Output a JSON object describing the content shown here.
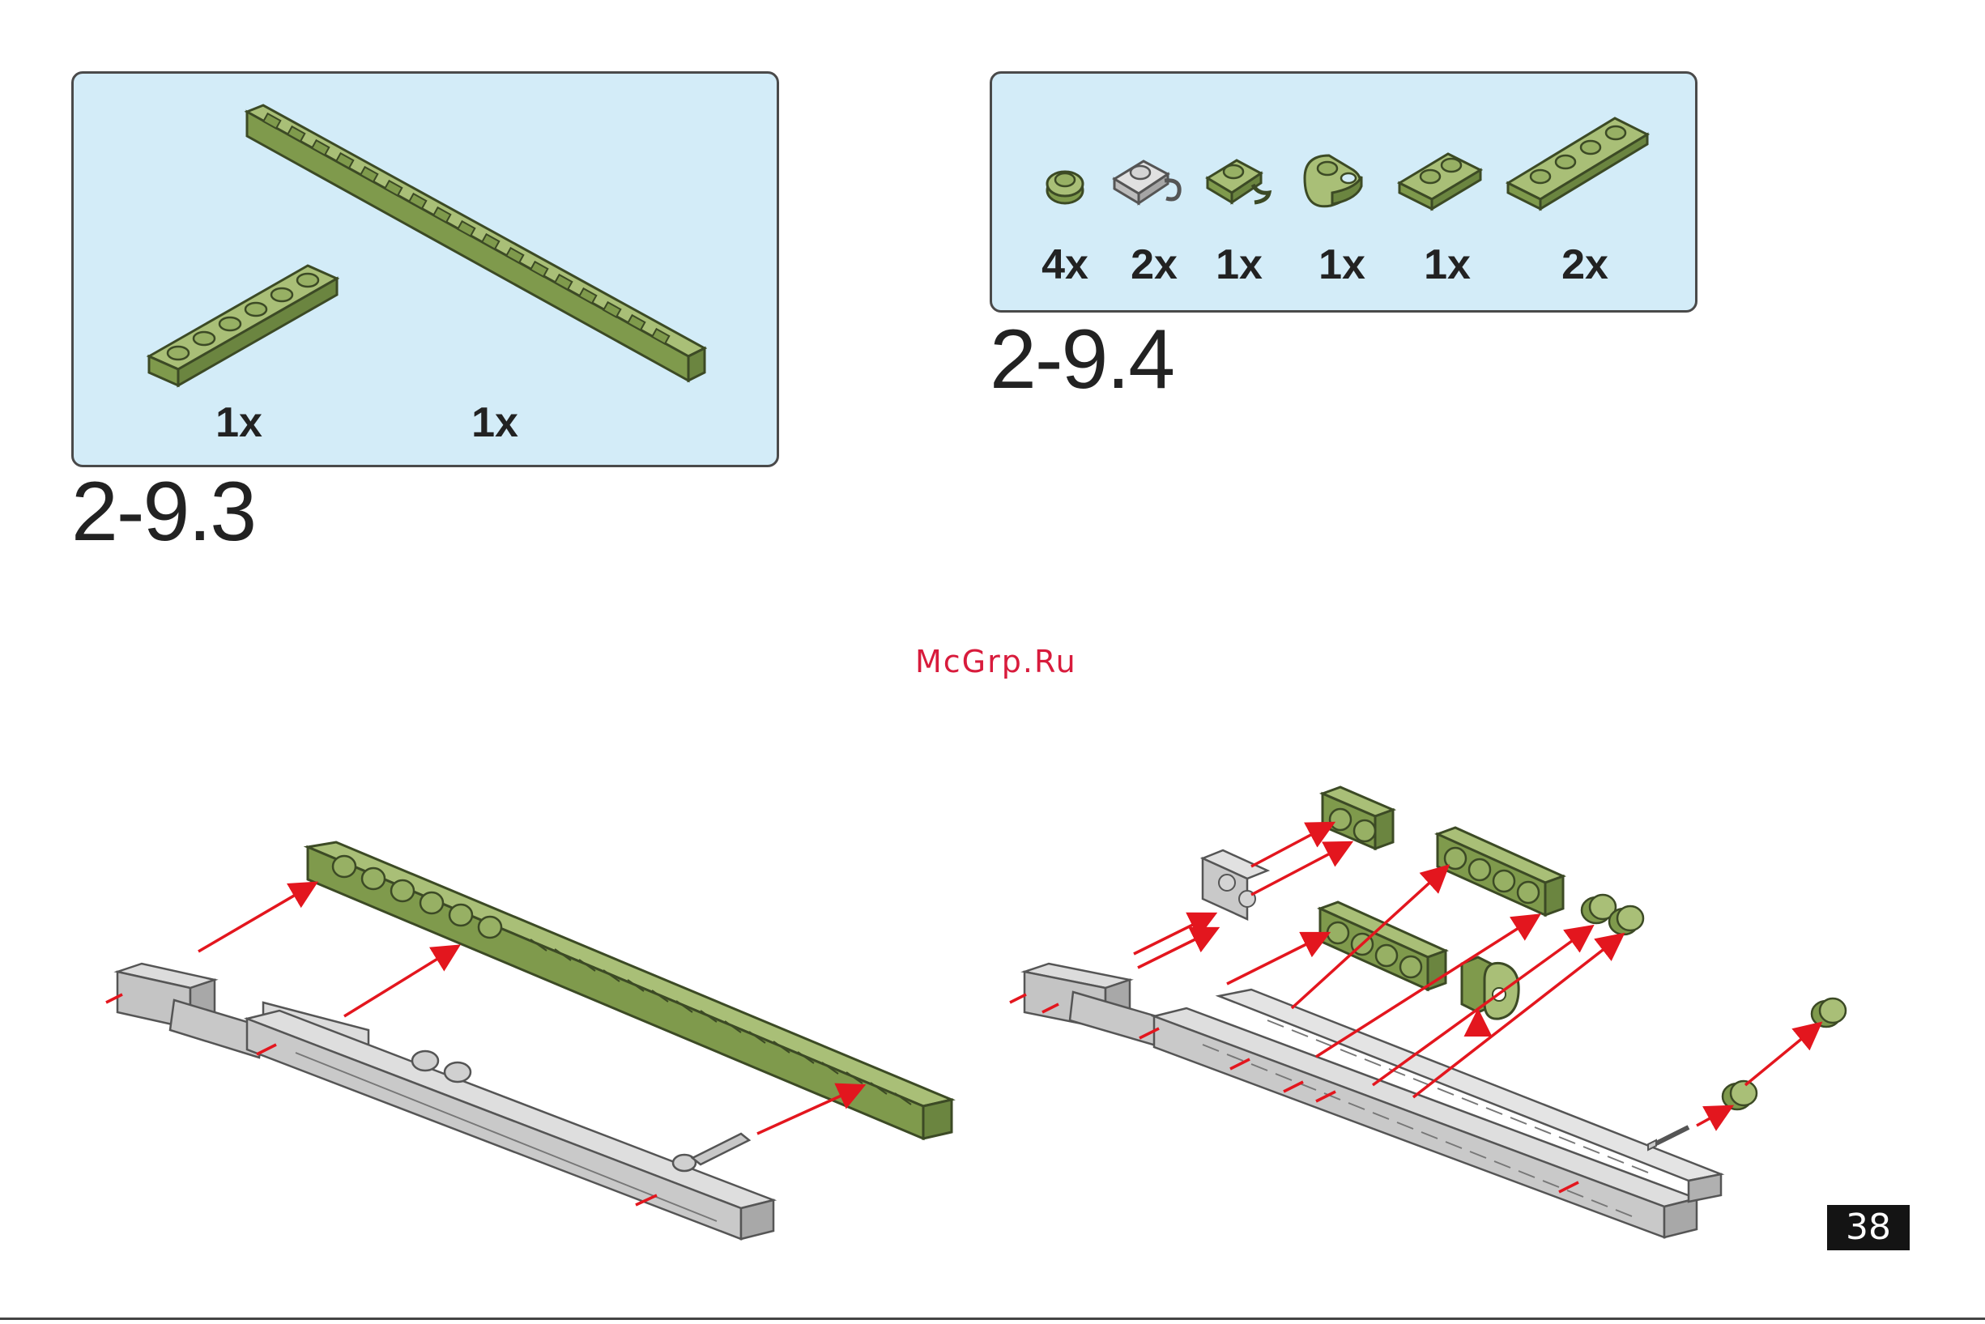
{
  "steps": {
    "step_293": {
      "number": "2-9.3",
      "parts": [
        {
          "name": "olive-plate-1x6",
          "qty": "1x"
        },
        {
          "name": "olive-plate-1x16",
          "qty": "1x"
        }
      ]
    },
    "step_294": {
      "number": "2-9.4",
      "parts": [
        {
          "name": "olive-round-plate",
          "qty": "4x"
        },
        {
          "name": "grey-clip-plate",
          "qty": "2x"
        },
        {
          "name": "olive-clip-plate",
          "qty": "1x"
        },
        {
          "name": "olive-hook-plate",
          "qty": "1x"
        },
        {
          "name": "olive-plate-1x2",
          "qty": "1x"
        },
        {
          "name": "olive-plate-1x4",
          "qty": "2x"
        }
      ]
    }
  },
  "watermark": "McGrp.Ru",
  "page_number": "38",
  "colors": {
    "panel_bg": "#d3ecf8",
    "olive": "#8aa35a",
    "grey_part": "#cfcfcf",
    "arrow": "#e3161e"
  }
}
